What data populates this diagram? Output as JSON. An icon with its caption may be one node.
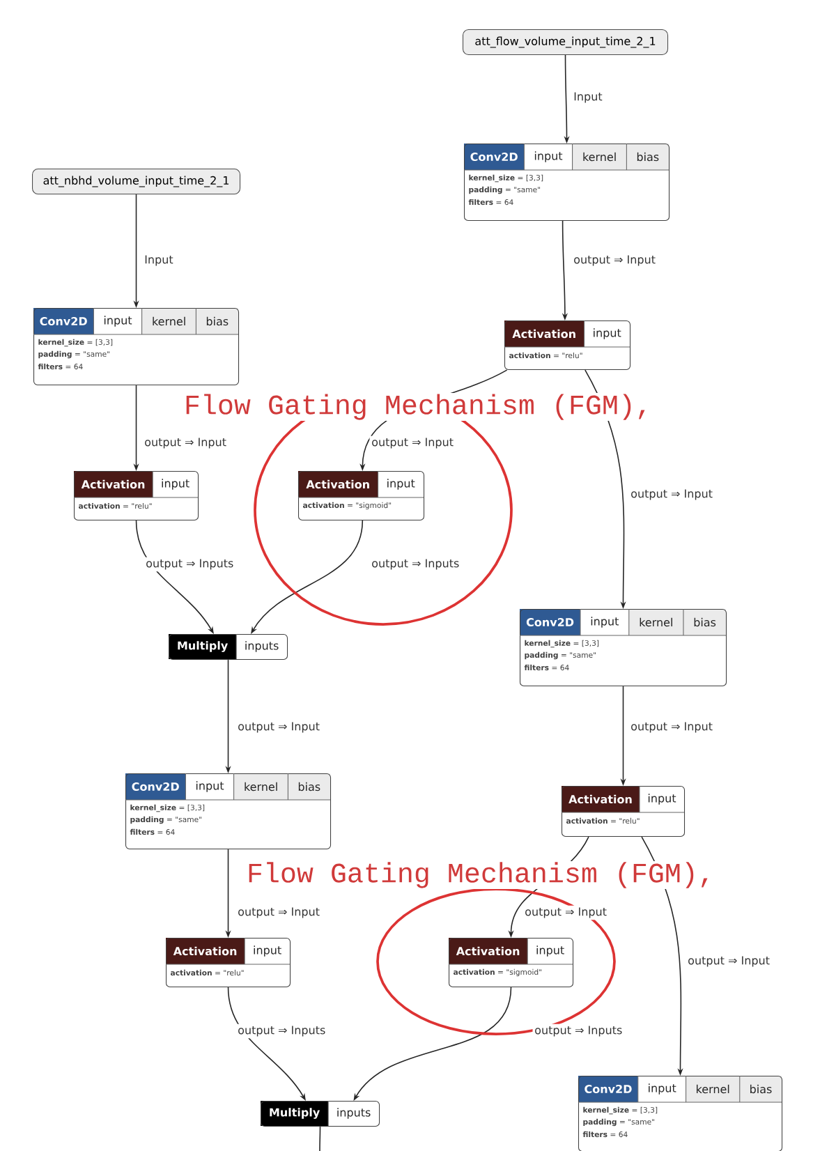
{
  "diagram": {
    "nodes": [
      {
        "text": [
          "att_flow_volume_input_time_2_1"
        ]
      },
      {
        "text": [
          "Conv2D",
          "input",
          "kernel",
          "bias",
          "**kernel_size** = [3,3]",
          "**padding** = \"same\"",
          "**filters** = 64"
        ]
      },
      {
        "text": [
          "Activation",
          "input",
          "**activation** = \"relu\""
        ]
      },
      {
        "text": [
          "att_nbhd_volume_input_time_2_1"
        ]
      },
      {
        "text": [
          "Conv2D",
          "input",
          "kernel",
          "bias",
          "**kernel_size** = [3,3]",
          "**padding** = \"same\"",
          "**filters** = 64"
        ]
      },
      {
        "text": [
          "Activation",
          "input",
          "**activation** = \"relu\""
        ]
      },
      {
        "text": [
          "Activation",
          "input",
          "**activation** = \"sigmoid\""
        ]
      },
      {
        "text": [
          "Multiply",
          "inputs"
        ]
      },
      {
        "text": [
          "Conv2D",
          "input",
          "kernel",
          "bias",
          "**kernel_size** = [3,3]",
          "**padding** = \"same\"",
          "**filters** = 64"
        ]
      },
      {
        "text": [
          "Conv2D",
          "input",
          "kernel",
          "bias",
          "**kernel_size** = [3,3]",
          "**padding** = \"same\"",
          "**filters** = 64"
        ]
      },
      {
        "text": [
          "Activation",
          "input",
          "**activation** = \"relu\""
        ]
      },
      {
        "text": [
          "Activation",
          "input",
          "**activation** = \"relu\""
        ]
      },
      {
        "text": [
          "Activation",
          "input",
          "**activation** = \"sigmoid\""
        ]
      },
      {
        "text": [
          "Multiply",
          "inputs"
        ]
      },
      {
        "text": [
          "Conv2D",
          "input",
          "kernel",
          "bias",
          "**kernel_size** = [3,3]",
          "**padding** = \"same\"",
          "**filters** = 64"
        ]
      }
    ],
    "edges": [
      {
        "from": 0,
        "to": 1,
        "arrow": "to",
        "label": "Input"
      },
      {
        "from": 1,
        "to": 2,
        "arrow": "to",
        "label": "output ⇒ Input"
      },
      {
        "from": 3,
        "to": 4,
        "arrow": "to",
        "label": "Input"
      },
      {
        "from": 4,
        "to": 5,
        "arrow": "to",
        "label": "output ⇒ Input"
      },
      {
        "from": 2,
        "to": 6,
        "arrow": "to",
        "label": "output ⇒ Input"
      },
      {
        "from": 2,
        "to": 8,
        "arrow": "to",
        "label": "output ⇒ Input"
      },
      {
        "from": 5,
        "to": 7,
        "arrow": "to",
        "label": "output ⇒ Inputs"
      },
      {
        "from": 6,
        "to": 7,
        "arrow": "to",
        "label": "output ⇒ Inputs"
      },
      {
        "from": 7,
        "to": 9,
        "arrow": "to",
        "label": "output ⇒ Input"
      },
      {
        "from": 8,
        "to": 10,
        "arrow": "to",
        "label": "output ⇒ Input"
      },
      {
        "from": 9,
        "to": 11,
        "arrow": "to",
        "label": "output ⇒ Input"
      },
      {
        "from": 10,
        "to": 12,
        "arrow": "to",
        "label": "output ⇒ Input"
      },
      {
        "from": 10,
        "to": 14,
        "arrow": "to",
        "label": "output ⇒ Input"
      },
      {
        "from": 11,
        "to": 13,
        "arrow": "to",
        "label": "output ⇒ Inputs"
      },
      {
        "from": 12,
        "to": 13,
        "arrow": "to",
        "label": "output ⇒ Inputs"
      },
      {
        "from": 13,
        "to": null,
        "arrow": "none"
      }
    ],
    "labels": [
      "Flow Gating Mechanism (FGM),",
      "Flow Gating Mechanism (FGM),"
    ]
  }
}
